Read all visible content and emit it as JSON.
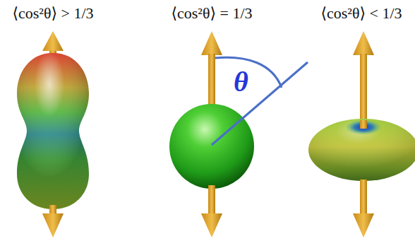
{
  "diagram": {
    "labels": [
      "⟨cos²θ⟩ > 1/3",
      "⟨cos²θ⟩ = 1/3",
      "⟨cos²θ⟩ < 1/3",
      "θ"
    ]
  }
}
